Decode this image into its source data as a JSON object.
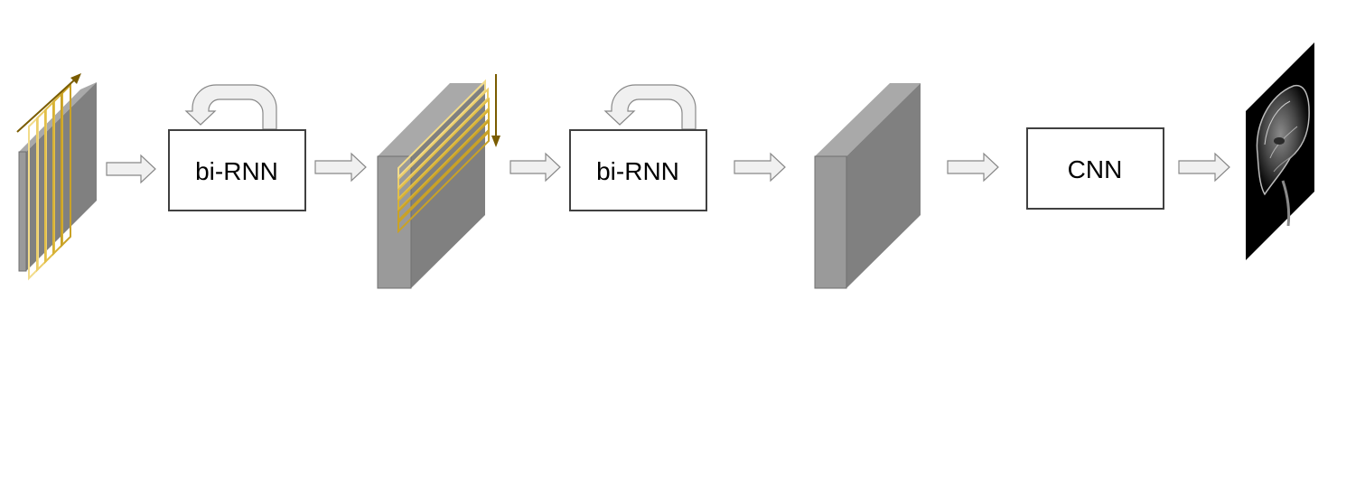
{
  "blocks": {
    "rnn_1": {
      "label": "bi-RNN"
    },
    "rnn_2": {
      "label": "bi-RNN"
    },
    "cnn": {
      "label": "CNN"
    }
  },
  "colors": {
    "slab_front": "#9a9a9a",
    "slab_top": "#a9a9a9",
    "slab_side": "#808080",
    "scan_gold": "#c9a227",
    "scan_light": "#f2dc8a",
    "scan_arrow": "#7a5c00",
    "arrow_fill": "#f0f0f0",
    "arrow_stroke": "#888888",
    "box_stroke": "#404040"
  },
  "icons": {
    "flow_arrow": "block-right-arrow-icon",
    "recurrence": "u-turn-loop-arrow-icon",
    "output": "mri-brain-slice-image"
  }
}
